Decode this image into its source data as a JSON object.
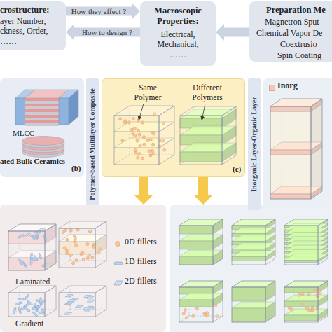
{
  "diagram": {
    "nodes": [
      {
        "text": [
          "crostructure:",
          "ayer Number, ckness, Order, ……"
        ]
      },
      {
        "text": [
          "Macroscopic Properties:",
          "Electrical, Mechanical, ……"
        ]
      },
      {
        "text": [
          "Preparation Me",
          "Magnetron Sput",
          "Chemical Vapor De",
          "Coextrusio",
          "Spin Coating"
        ]
      },
      {
        "text": [
          "MLCC",
          "ated Bulk Ceramics",
          "(b)"
        ]
      },
      {
        "text": [
          "Polymer-based Multilayer Composite"
        ]
      },
      {
        "text": [
          "Same Polymer",
          "Different Polymers",
          "(c)"
        ]
      },
      {
        "text": [
          "Inorganic Layer-Organic Layer"
        ]
      },
      {
        "text": [
          "Laminated",
          "Gradient"
        ]
      }
    ],
    "edges": [
      {
        "from": 0,
        "to": 1,
        "label": "How they affect ?",
        "arrow": "to"
      },
      {
        "from": 1,
        "to": 0,
        "label": "How to design ?",
        "arrow": "to"
      },
      {
        "from": 2,
        "to": 1,
        "arrow": "to"
      },
      {
        "from": 5,
        "to": 7,
        "arrow": "to"
      }
    ],
    "legend": [
      {
        "text": "Inorg",
        "color": "#f6c6b4"
      },
      {
        "text": "0D fillers"
      },
      {
        "text": "1D fillers"
      },
      {
        "text": "2D fillers"
      }
    ]
  }
}
